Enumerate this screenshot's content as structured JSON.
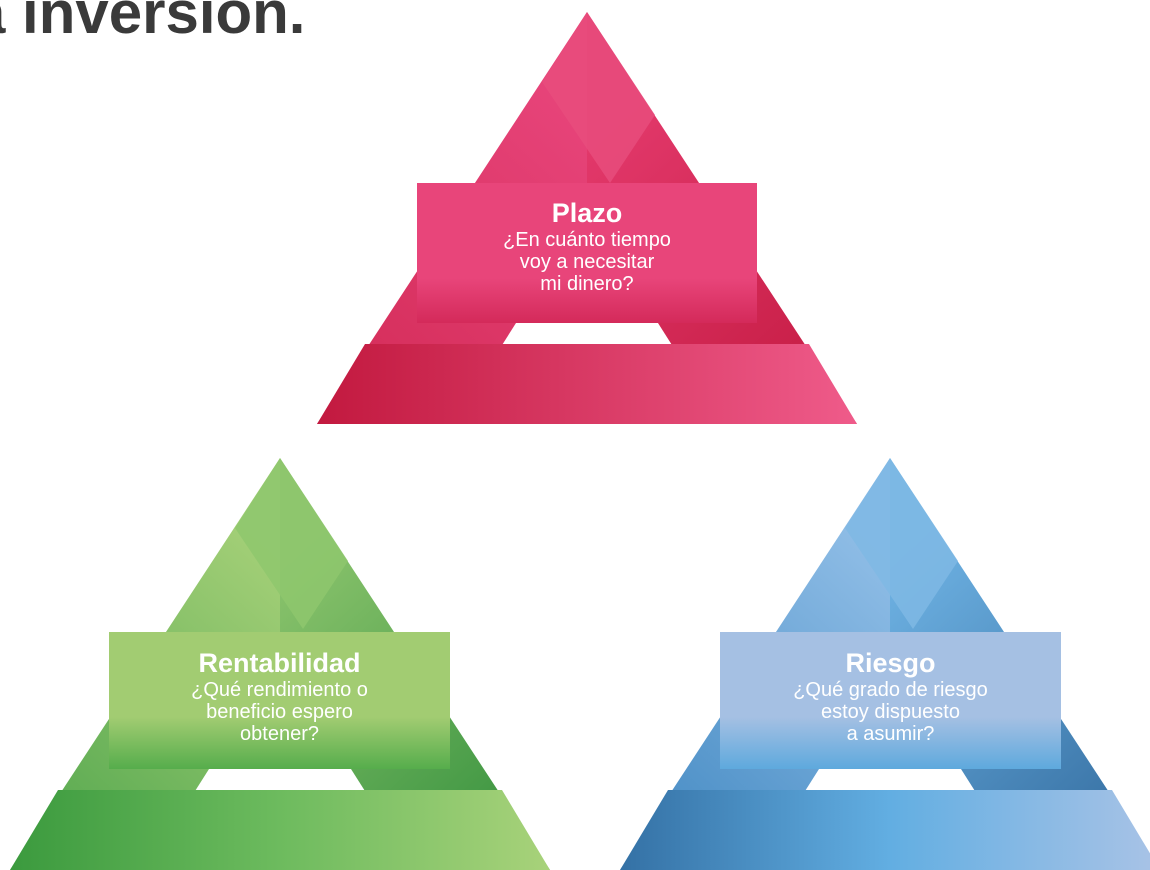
{
  "title": "a inversión.",
  "triangles": [
    {
      "id": "plazo",
      "heading": "Plazo",
      "lines": [
        "¿En cuánto tiempo",
        "voy a necesitar",
        "mi dinero?"
      ],
      "colors": {
        "light": "#ef5b8a",
        "mid": "#e43a6d",
        "dark": "#c2193f",
        "label": "#e8457a"
      }
    },
    {
      "id": "rentabilidad",
      "heading": "Rentabilidad",
      "lines": [
        "¿Qué rendimiento o",
        "beneficio espero",
        "obtener?"
      ],
      "colors": {
        "light": "#a8d27a",
        "mid": "#6dbb5e",
        "dark": "#3b9a3e",
        "label": "#a2cc72"
      }
    },
    {
      "id": "riesgo",
      "heading": "Riesgo",
      "lines": [
        "¿Qué grado de riesgo",
        "estoy dispuesto",
        "a asumir?"
      ],
      "colors": {
        "light": "#a9c3e6",
        "mid": "#62aee2",
        "dark": "#3471a5",
        "label": "#a5c0e3"
      }
    }
  ]
}
